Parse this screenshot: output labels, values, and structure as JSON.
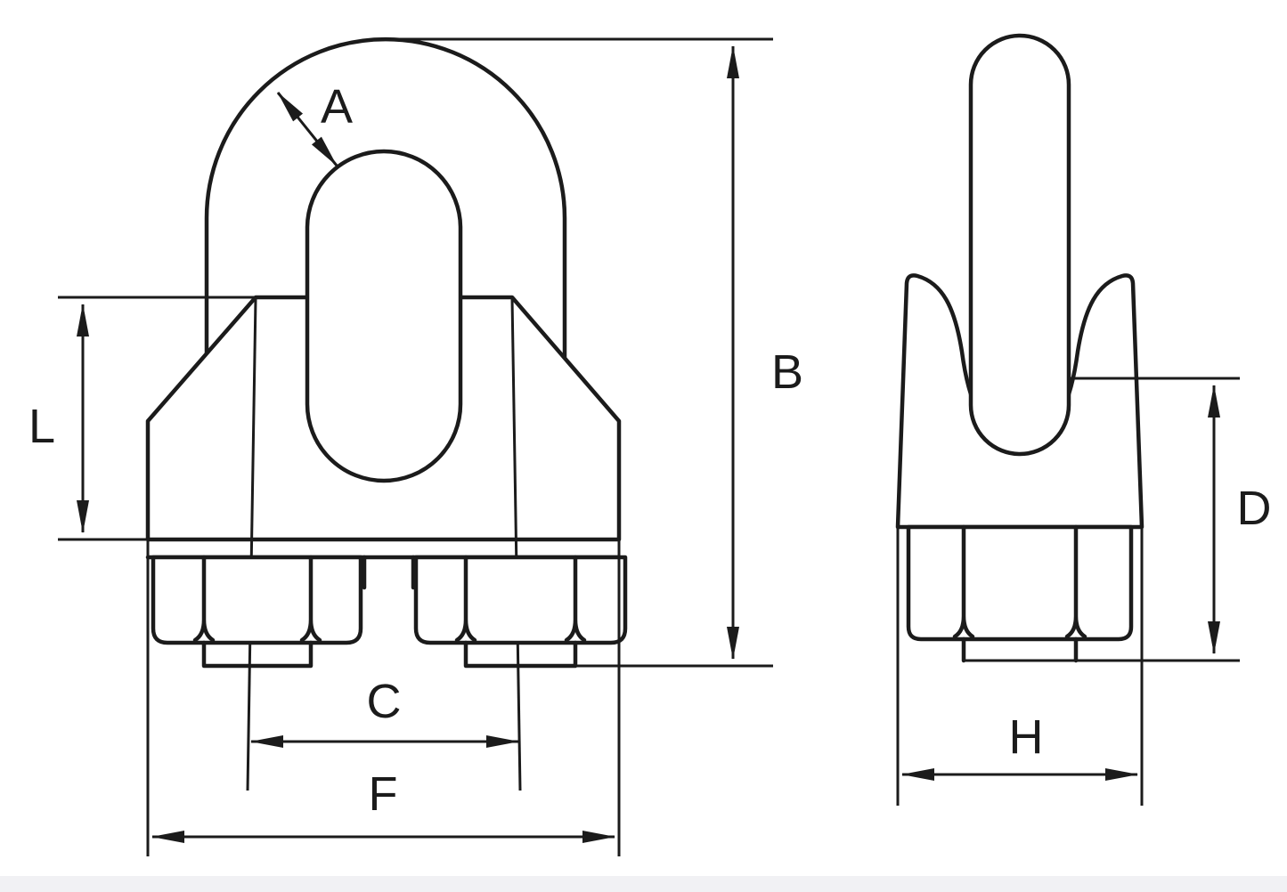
{
  "drawing": {
    "subject": "Wire rope clip dimensional drawing",
    "views": [
      {
        "id": "front",
        "name": "front-elevation",
        "dimension_labels": [
          "A",
          "B",
          "C",
          "F",
          "L"
        ]
      },
      {
        "id": "side",
        "name": "side-elevation",
        "dimension_labels": [
          "D",
          "H"
        ]
      }
    ],
    "labels": {
      "A": "A",
      "B": "B",
      "C": "C",
      "D": "D",
      "F": "F",
      "H": "H",
      "L": "L"
    },
    "colors": {
      "line": "#1b1b1b",
      "background": "#ffffff",
      "footer_strip": "#f1f1f4"
    }
  }
}
